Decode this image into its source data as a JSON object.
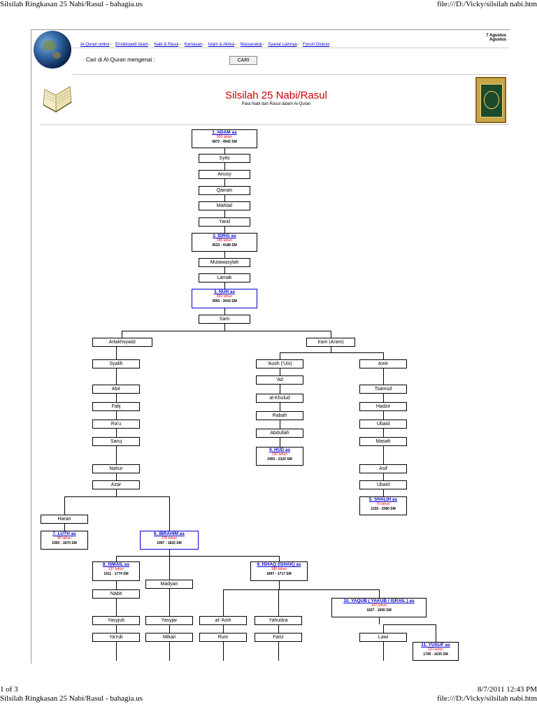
{
  "browser": {
    "title_top": "Silsilah Ringkasan 25 Nabi/Rasul - bahagia.us",
    "url_top": "file:///D:/Vicky/silsilah nabi.htm",
    "page_count": "1 of 3",
    "datetime": "8/7/2011 12:43 PM",
    "title_bottom": "Silsilah Ringkasan 25 Nabi/Rasul - bahagia.us",
    "url_bottom": "file:///D:/Vicky/silsilah nabi.htm"
  },
  "nav": {
    "links": [
      "Al-Quran online",
      "Ensiklopedi Islam",
      "Nabi & Rasul",
      "Kemasan",
      "Islam & Aktiva",
      "Masyarakat",
      "Syariat Lainnya",
      "Forum Diskusi"
    ],
    "date_line1": "7 Agustus",
    "date_line2": "Agustus"
  },
  "search": {
    "label": "Cari di Al-Quran mengenai :",
    "button": "CARI"
  },
  "page": {
    "title": "Silsilah 25 Nabi/Rasul",
    "subtitle": "Para Nabi dan Rasul dalam Al-Quran"
  },
  "tree": {
    "adam": {
      "name": "1. ADAM as",
      "age": "930 tahun",
      "years": "5872 - 4942 SM"
    },
    "sylts": "Syits",
    "anusy": "Anusy",
    "qainan": "Qainan",
    "mahlail": "Mahlail",
    "yarid": "Yarid",
    "idris": {
      "name": "2. IDRIS as",
      "age": "345 tahun",
      "years": "4533 - 4188 SM"
    },
    "mutawasylah": "Mutawasylah",
    "lamak": "Lamak",
    "nuh": {
      "name": "3. NUH as",
      "age": "950 tahun",
      "years": "3993 - 3043 SM"
    },
    "sam": "Sam",
    "artakhsyadz": "Artakhsyadz",
    "iram": "Iram (Aram)",
    "syalih": "Syalih",
    "abir": "Abir",
    "falij": "Falij",
    "rau": "Ra'u",
    "saruj": "Saruj",
    "nahur": "Nahur",
    "azar": "Azar",
    "aush": "'Aush ('Uis)",
    "ad": "'Ad",
    "alkhulud": "al-Khulud",
    "rabah": "Rabah",
    "abdullah": "Abdullah",
    "hud": {
      "name": "4. HUD as",
      "age": "130 tahun",
      "years": "2450 - 2320 SM"
    },
    "amir": "Amir",
    "tsamud": "Tsamud",
    "hadzir": "Hadzir",
    "ubaid1": "Ubaid",
    "masah": "Masah",
    "asif": "Asif",
    "ubaid2": "Ubaid",
    "shalih": {
      "name": "5. SHALIH as",
      "age": "70 tahun",
      "years": "2150 - 2080 SM"
    },
    "haran": "Haran",
    "luth": {
      "name": "7. LUTH as",
      "age": "80 tahun",
      "years": "1950 - 1870 SM"
    },
    "ibrahim": {
      "name": "6. IBRAHIM as",
      "age": "175 tahun",
      "years": "1997 - 1822 SM"
    },
    "ismail": {
      "name": "8. ISMAIL as",
      "age": "137 tahun",
      "years": "1911 - 1774 SM"
    },
    "madyan": "Madyan",
    "ishaq": {
      "name": "9. ISHAQ (ISHAK) as",
      "age": "180 tahun",
      "years": "1897 - 1717 SM"
    },
    "nabit": "Nabit",
    "yasyjub": "Yasyjub",
    "yaarub": "Ya'rub",
    "yasyjar": "Yasyjar",
    "mikail": "Mikail",
    "alaish": "al-'Aish",
    "rum": "Rum",
    "yahudza": "Yahudza",
    "fariz": "Fariz",
    "yaqub": {
      "name": "10. YAQUB ( YAKUB / ISRAIL ) as",
      "age": "147 tahun",
      "years": "1837 - 1690 SM"
    },
    "lawi": "Lawi",
    "yusuf": {
      "name": "11. YUSUF as",
      "age": "110 tahun",
      "years": "1745 - 1635 SM"
    }
  },
  "colors": {
    "link": "#0000cc",
    "age": "#ee0000",
    "title": "#cc0000"
  }
}
